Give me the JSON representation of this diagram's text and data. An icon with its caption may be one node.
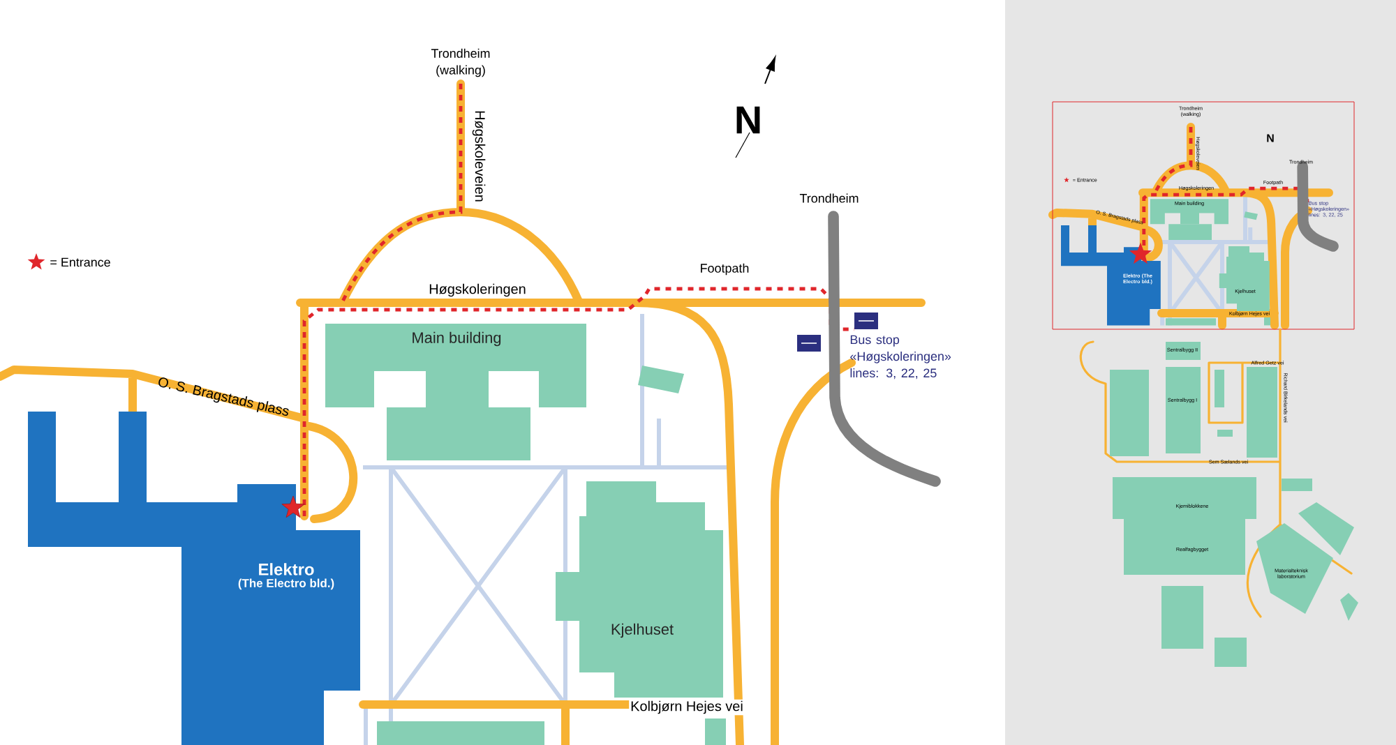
{
  "diagram": {
    "nodes": [
      {
        "text": [
          "Main building"
        ]
      },
      {
        "text": [
          "Kjelhuset"
        ]
      },
      {
        "text": [
          "Elektro",
          "(The Electro bld.)"
        ]
      }
    ],
    "labels": [
      "Trondheim (walking)",
      "Høgskoleveien",
      "N",
      "Trondheim",
      "Footpath",
      "Høgskoleringen",
      "O. S. Bragstads plass",
      "Bus stop «Høgskoleringen» lines: 3, 22, 25",
      "Kolbjørn Hejes vei",
      "Trondheim (walking)",
      "Høgskoleveien",
      "N",
      "= Entrance",
      "Trondheim",
      "Footpath",
      "Høgskoleringen",
      "O. S. Bragstads plass",
      "Main building",
      "Bus stop «Høgskoleringen» lines: 3, 22, 25",
      "Elektro (The Electro bld.)",
      "Kjelhuset",
      "Kolbjørn Hejes vei",
      "Sentralbygg II",
      "Alfred Getz vei",
      "Richard Birkelands vei",
      "Sentralbygg I",
      "Sem Sælands vei",
      "Kjemiblokkene",
      "Realfagbygget",
      "Materialteknisk laboratorium"
    ],
    "legend": [
      {
        "text": "= Entrance"
      }
    ]
  }
}
